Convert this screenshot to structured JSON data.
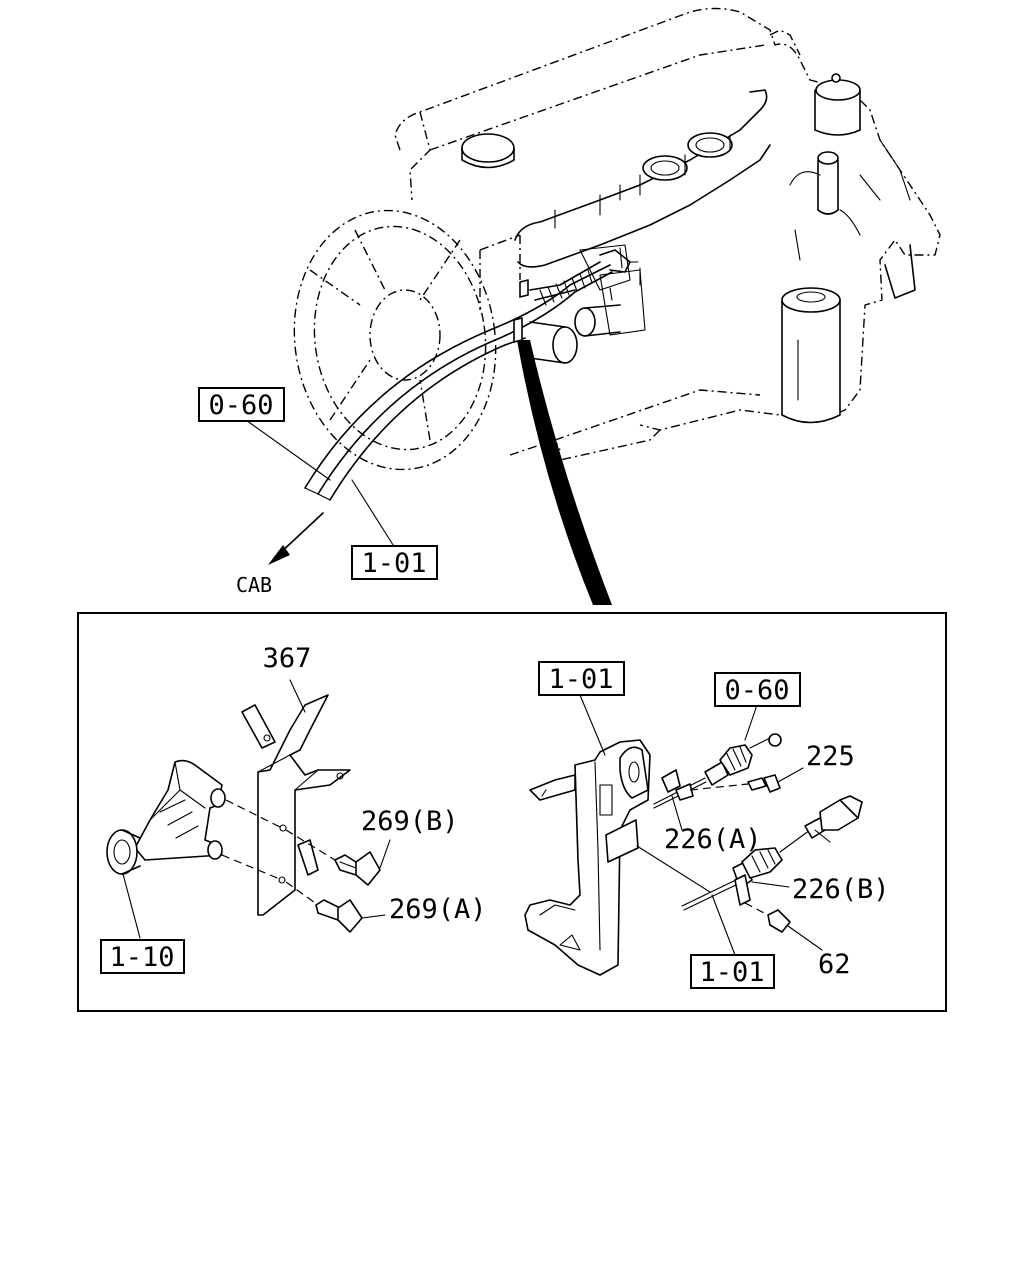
{
  "labels": {
    "ref_0_60_top": "0-60",
    "ref_1_01_top": "1-01",
    "cab": "CAB",
    "part_367": "367",
    "ref_1_01_detail": "1-01",
    "ref_0_60_detail": "0-60",
    "part_225": "225",
    "part_269b": "269(B)",
    "part_226a": "226(A)",
    "part_269a": "269(A)",
    "part_226b": "226(B)",
    "ref_1_10": "1-10",
    "ref_1_01_bottom": "1-01",
    "part_62": "62"
  }
}
